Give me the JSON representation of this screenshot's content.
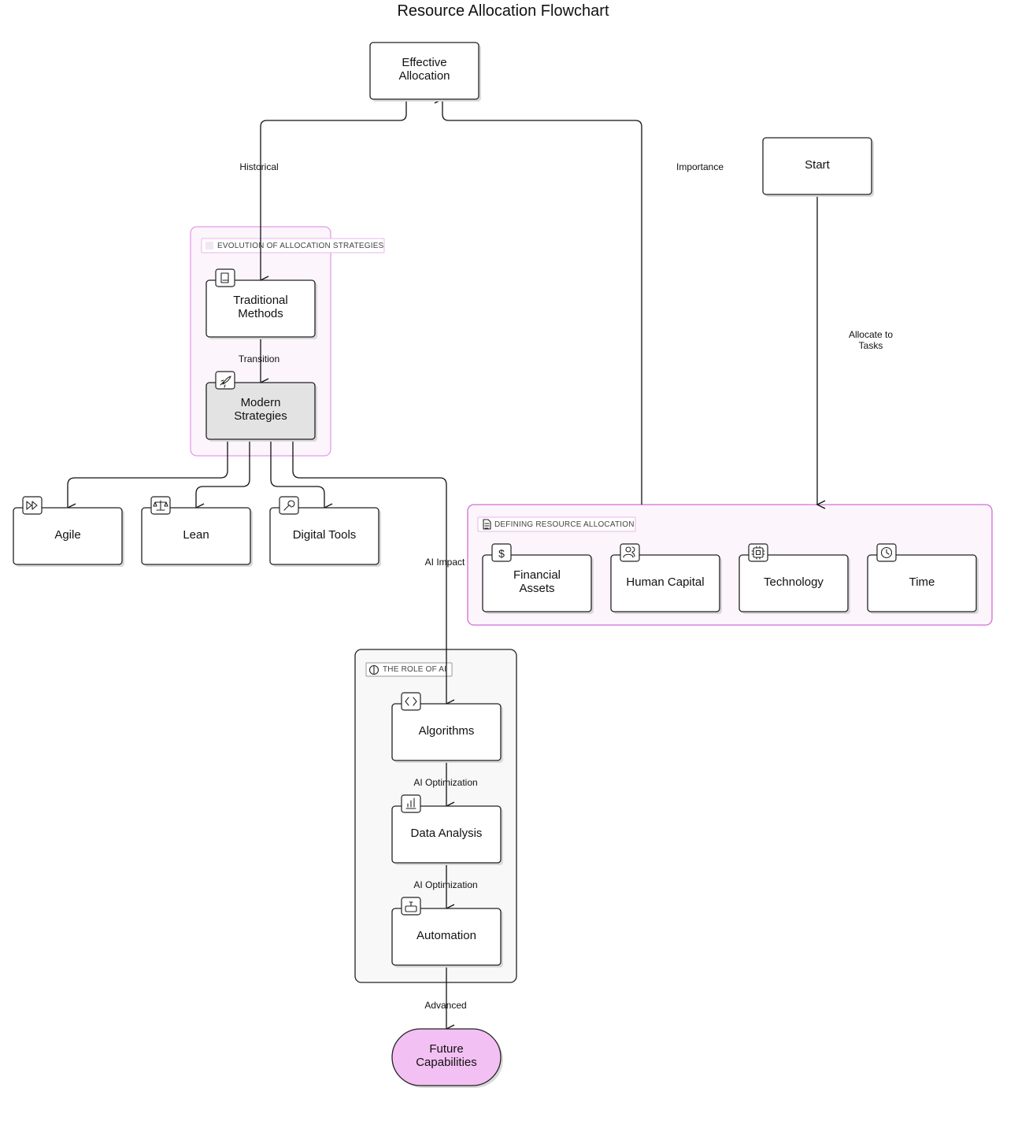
{
  "title": "Resource Allocation Flowchart",
  "nodes": {
    "effective": "Effective\nAllocation",
    "start": "Start",
    "traditional": "Traditional\nMethods",
    "modern": "Modern\nStrategies",
    "agile": "Agile",
    "lean": "Lean",
    "digital_tools": "Digital Tools",
    "financial": "Financial\nAssets",
    "human": "Human Capital",
    "technology": "Technology",
    "time": "Time",
    "algorithms": "Algorithms",
    "data_analysis": "Data Analysis",
    "automation": "Automation",
    "future": "Future\nCapabilities"
  },
  "groups": {
    "evolution": "EVOLUTION OF ALLOCATION STRATEGIES",
    "defining": "DEFINING RESOURCE ALLOCATION",
    "ai": "THE ROLE OF AI"
  },
  "edges": {
    "historical": "Historical",
    "importance": "Importance",
    "allocate": "Allocate to\nTasks",
    "transition": "Transition",
    "ai_impact": "AI Impact",
    "ai_opt_1": "AI Optimization",
    "ai_opt_2": "AI Optimization",
    "advanced": "Advanced"
  },
  "icons": {
    "traditional": "book-icon",
    "modern": "rocket-icon",
    "agile": "fast-forward-icon",
    "lean": "scale-icon",
    "digital_tools": "wrench-icon",
    "financial": "dollar-icon",
    "human": "users-icon",
    "technology": "chip-icon",
    "time": "clock-icon",
    "algorithms": "code-icon",
    "data_analysis": "bar-chart-icon",
    "automation": "robot-icon",
    "defining": "document-icon",
    "ai": "brain-icon"
  },
  "colors": {
    "group_pink_fill": "#fcf5fc",
    "group_pink_stroke": "#cf6fd6",
    "group_gray_fill": "#f8f8f8",
    "modern_fill": "#e3e3e3",
    "future_fill": "#f3c0f3"
  }
}
